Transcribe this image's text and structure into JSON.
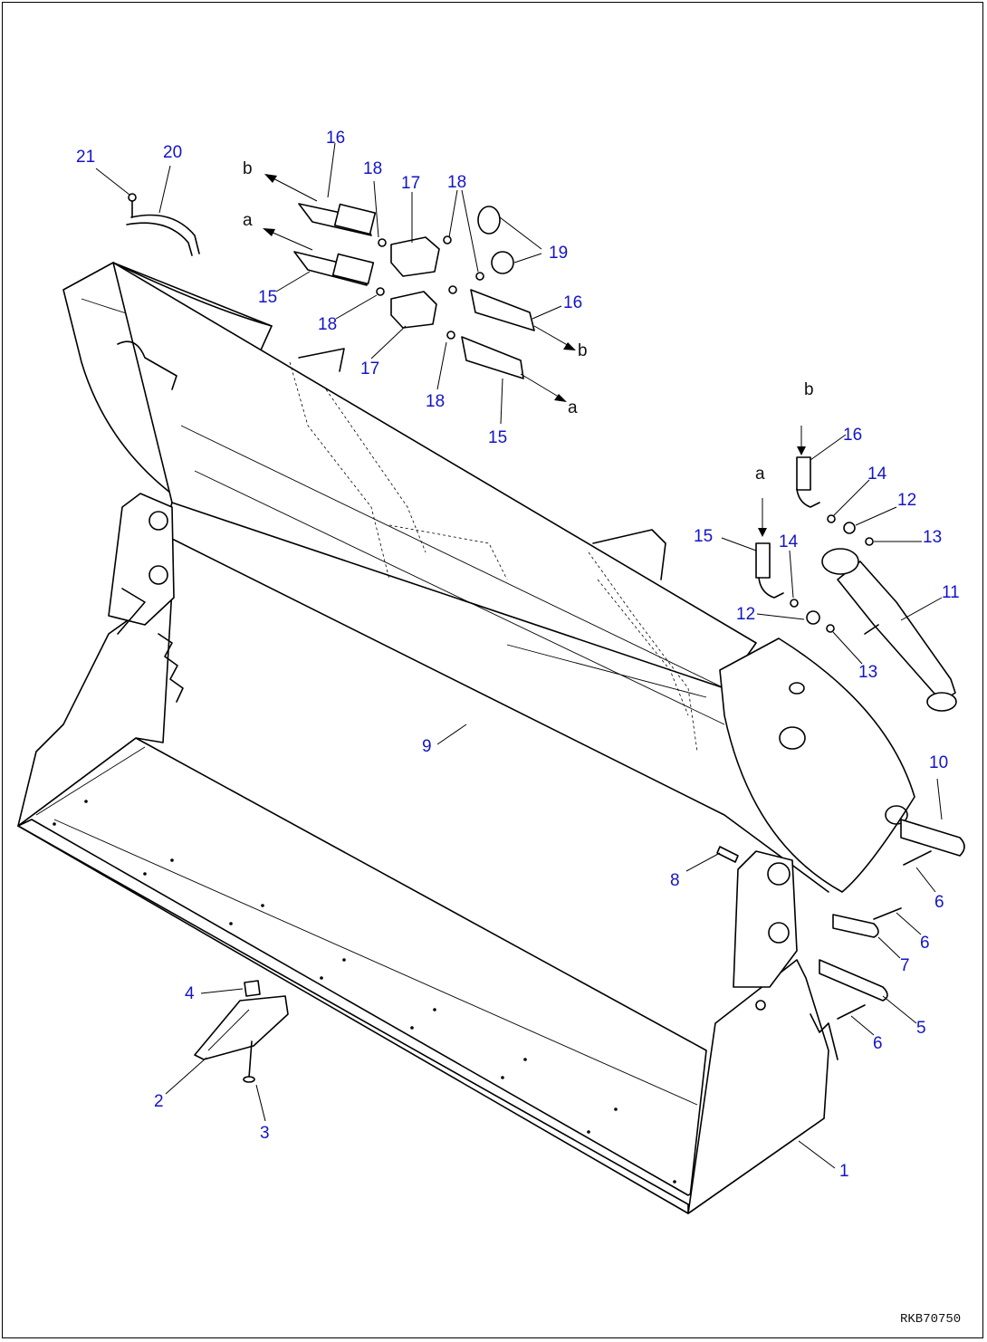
{
  "drawing_code": "RKB70750",
  "colors": {
    "callout": "#1414c8",
    "line": "#000000",
    "background": "#ffffff"
  },
  "callouts": [
    "1",
    "2",
    "3",
    "4",
    "5",
    "6",
    "6",
    "6",
    "7",
    "8",
    "9",
    "10",
    "11",
    "12",
    "12",
    "13",
    "13",
    "14",
    "14",
    "15",
    "15",
    "15",
    "16",
    "16",
    "16",
    "17",
    "17",
    "18",
    "18",
    "18",
    "18",
    "19",
    "20",
    "21"
  ],
  "flow_letters": [
    "a",
    "b"
  ]
}
